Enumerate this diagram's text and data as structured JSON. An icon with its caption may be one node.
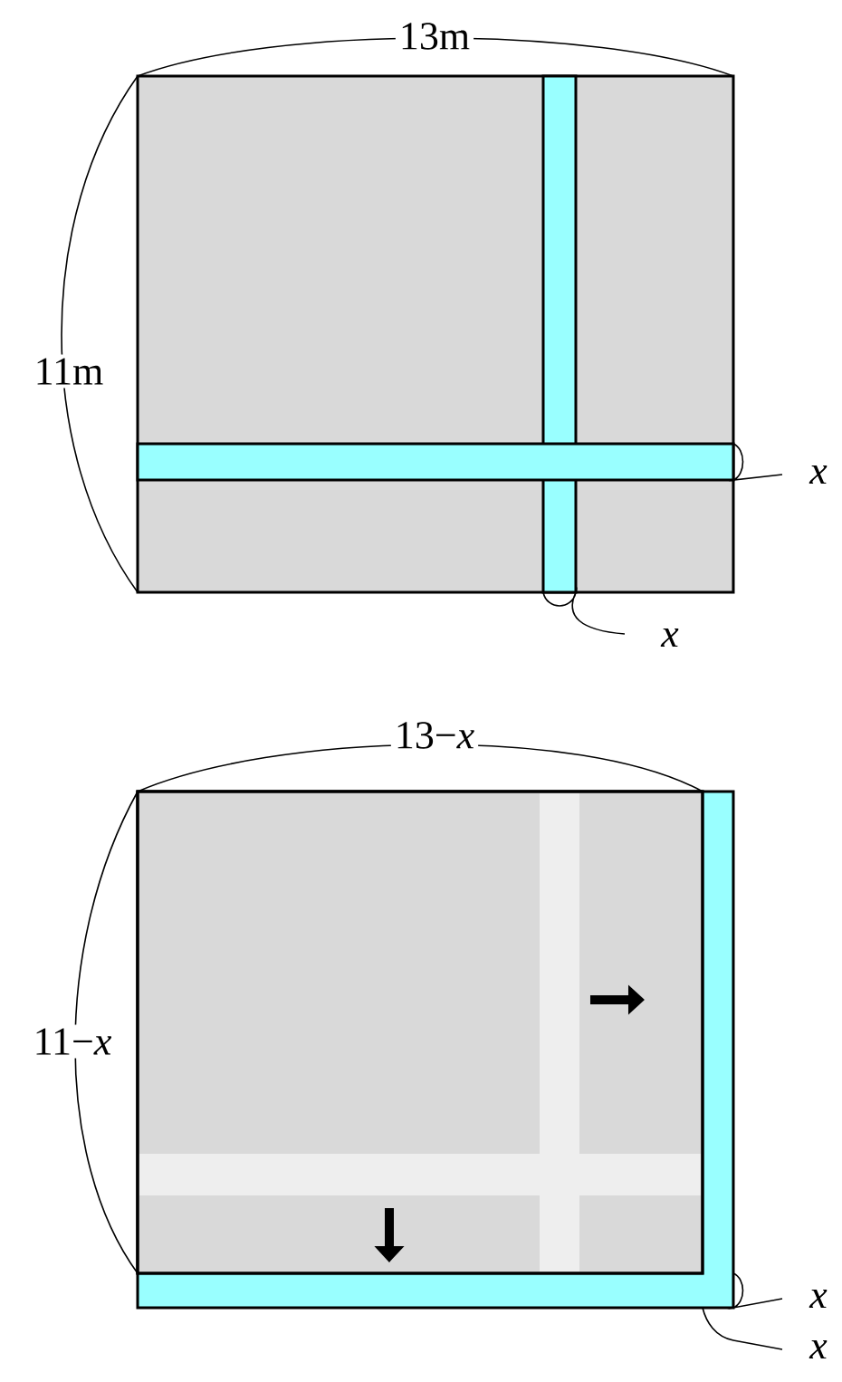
{
  "diagram": {
    "labels": [
      "13m",
      "11m",
      "x",
      "x",
      "13−*x*",
      "11−*x*",
      "x",
      "x"
    ]
  }
}
